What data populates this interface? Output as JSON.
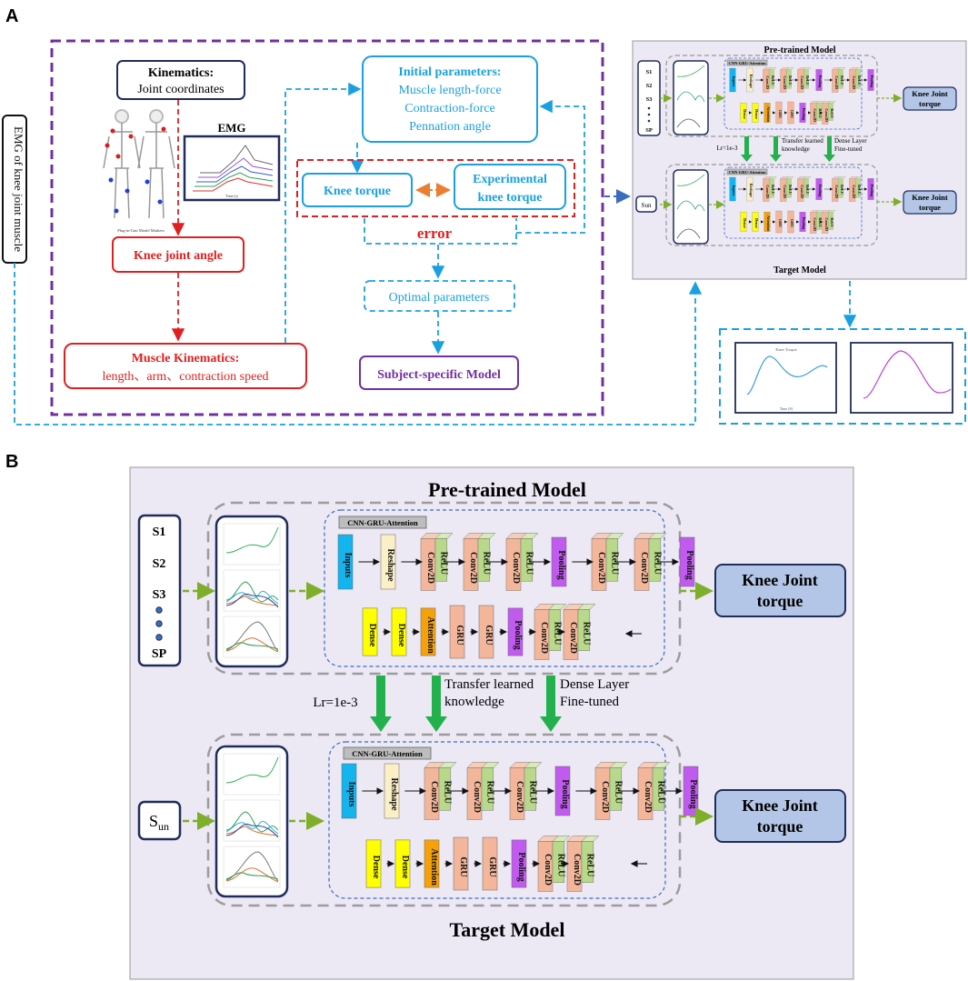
{
  "panel_a": {
    "label": "A",
    "emg_side_label": "EMG of knee joint muscle",
    "kinematics_title": "Kinematics:",
    "kinematics_sub": "Joint coordinates",
    "skeleton_caption": "Plug-in-Gait Model Markers",
    "emg_title": "EMG",
    "emg_xlabel": "Time (s)",
    "knee_joint_angle": "Knee joint angle",
    "muscle_kin_title": "Muscle Kinematics:",
    "muscle_kin_sub": "length、arm、contraction speed",
    "init_params_title": "Initial parameters:",
    "init_params_lines": [
      "Muscle length-force",
      "Contraction-force",
      "Pennation angle"
    ],
    "knee_torque": "Knee torque",
    "experimental_knee_torque_1": "Experimental",
    "experimental_knee_torque_2": "knee torque",
    "error": "error",
    "optimal_parameters": "Optimal parameters",
    "subject_specific_model": "Subject-specific Model",
    "mini_pretrained": "Pre-trained Model",
    "mini_target": "Target Model",
    "mini_lr": "Lr=1e-3",
    "mini_transfer": [
      "Transfer learned",
      "knowledge"
    ],
    "mini_dense": [
      "Dense Layer",
      "Fine-tuned"
    ],
    "mini_inputs": [
      "S1",
      "S2",
      "S3",
      "SP"
    ],
    "mini_sun": "Sun",
    "mini_output": [
      "Knee Joint",
      "torque"
    ],
    "mini_cnn_label": "CNN-GRU-Attention",
    "result_plot_title": "Knee Torque",
    "result_plot_xlabel": "Time (S)"
  },
  "panel_b": {
    "label": "B",
    "pretrained_title": "Pre-trained Model",
    "target_title": "Target Model",
    "cnn_label": "CNN-GRU-Attention",
    "inputs_pre": [
      "S1",
      "S2",
      "S3",
      "SP"
    ],
    "input_target_main": "S",
    "input_target_sub": "un",
    "output_line1": "Knee Joint",
    "output_line2": "torque",
    "lr_label": "Lr=1e-3",
    "transfer_1": "Transfer learned",
    "transfer_2": "knowledge",
    "dense_1": "Dense Layer",
    "dense_2": "Fine-tuned",
    "top_row_layers": [
      "Inputs",
      "Reshape",
      "Conv2D",
      "ReLU",
      "Conv2D",
      "ReLU",
      "Conv2D",
      "ReLU",
      "Pooling",
      "Conv2D",
      "ReLU",
      "Conv2D",
      "ReLU",
      "Pooling"
    ],
    "bottom_row_layers": [
      "Dense",
      "Dense",
      "Attention",
      "GRU",
      "GRU",
      "Pooling",
      "Conv2D",
      "ReLU",
      "Conv2D",
      "ReLU"
    ]
  },
  "colors": {
    "purple_dash": "#7030a0",
    "cyan": "#1aa0e0",
    "red": "#e02020",
    "green_arrow": "#22b14c",
    "olive_arrow": "#7fae2a",
    "panel_bg": "#ece8f4",
    "output_fill": "#b4c6e7",
    "inputs_layer": "#14b4ee",
    "reshape_layer": "#fbefc6",
    "conv_layer": "#f4b69a",
    "relu_layer": "#b8d98a",
    "pooling_layer": "#c15bf0",
    "dense_layer": "#ffff00",
    "attention_layer": "#f5a10a",
    "gru_layer": "#f4b69a",
    "dark_navy": "#1f2d5c"
  }
}
